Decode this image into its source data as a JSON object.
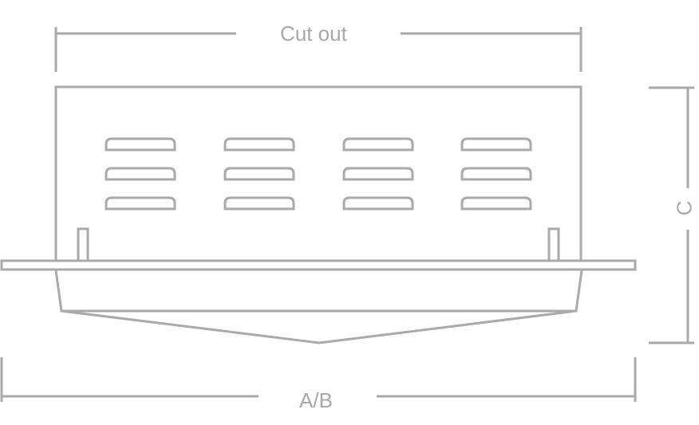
{
  "labels": {
    "cut_out": "Cut out",
    "width": "A/B",
    "height": "C"
  },
  "louvers": {
    "columns": 4,
    "rows": 3
  },
  "colors": {
    "line": "#aaaaaa",
    "text": "#a8a8a8"
  }
}
